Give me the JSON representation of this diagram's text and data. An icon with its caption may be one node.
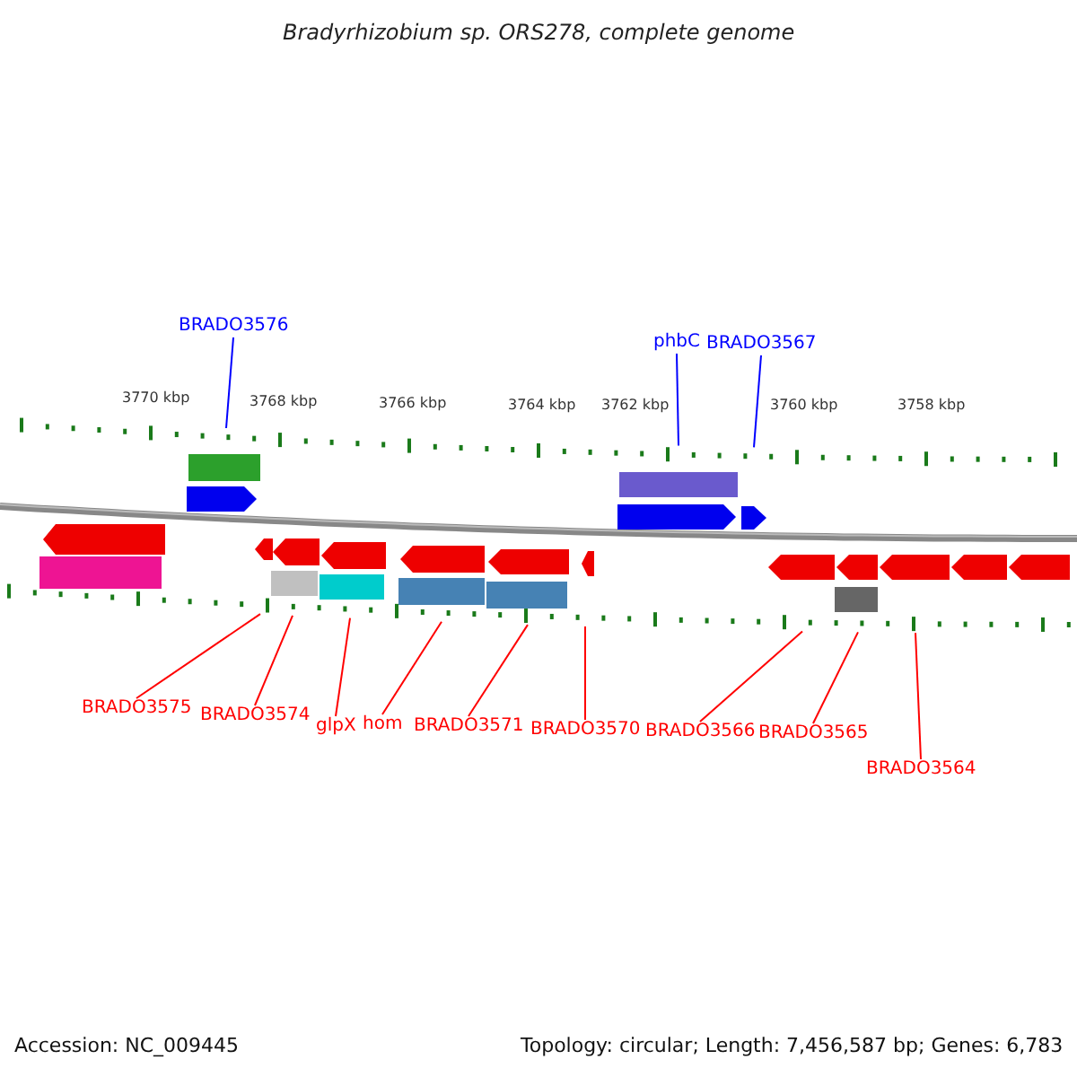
{
  "diagram": {
    "title": "Bradyrhizobium sp. ORS278, complete genome",
    "nodes": [
      {
        "text": [
          "BRADO3576"
        ]
      },
      {
        "text": [
          "phbC"
        ]
      },
      {
        "text": [
          "BRADO3567"
        ]
      },
      {
        "text": [
          "BRADO3575"
        ]
      },
      {
        "text": [
          "BRADO3574"
        ]
      },
      {
        "text": [
          "glpX"
        ]
      },
      {
        "text": [
          "hom"
        ]
      },
      {
        "text": [
          "BRADO3571"
        ]
      },
      {
        "text": [
          "BRADO3570"
        ]
      },
      {
        "text": [
          "BRADO3566"
        ]
      },
      {
        "text": [
          "BRADO3565"
        ]
      },
      {
        "text": [
          "BRADO3564"
        ]
      },
      {
        "text": [],
        "shape": "ruler",
        "beside": [
          "3770 kbp",
          "3768 kbp",
          "3766 kbp",
          "3764 kbp",
          "3762 kbp",
          "3760 kbp",
          "3758 kbp"
        ]
      },
      {
        "text": [],
        "shape": "ruler"
      }
    ],
    "edges": [
      {
        "from": 0,
        "to": 12,
        "arrow": "none",
        "color": "#0000ff"
      },
      {
        "from": 1,
        "to": 12,
        "arrow": "none",
        "color": "#0000ff"
      },
      {
        "from": 2,
        "to": 12,
        "arrow": "none",
        "color": "#0000ff"
      },
      {
        "from": 3,
        "to": 13,
        "arrow": "none"
      },
      {
        "from": 4,
        "to": 13,
        "arrow": "none"
      },
      {
        "from": 5,
        "to": 13,
        "arrow": "none"
      },
      {
        "from": 6,
        "to": 13,
        "arrow": "none"
      },
      {
        "from": 7,
        "to": 13,
        "arrow": "none"
      },
      {
        "from": 8,
        "to": 13,
        "arrow": "none"
      },
      {
        "from": 9,
        "to": 13,
        "arrow": "none"
      },
      {
        "from": 10,
        "to": 13,
        "arrow": "none"
      },
      {
        "from": 11,
        "to": 13,
        "arrow": "none"
      }
    ],
    "labels": [
      "Accession: NC_009445",
      "Topology: circular; Length: 7,456,587 bp; Genes: 6,783"
    ]
  }
}
